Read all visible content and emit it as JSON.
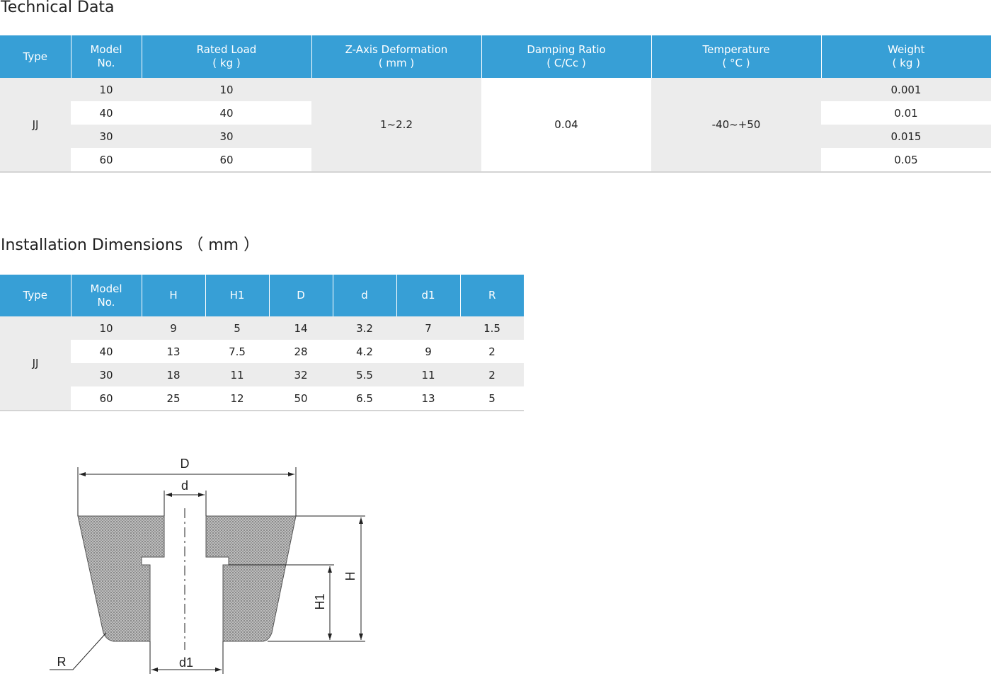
{
  "technical": {
    "title": "Technical Data",
    "headers": [
      [
        "Type"
      ],
      [
        "Model",
        "No."
      ],
      [
        "Rated Load",
        "( kg )"
      ],
      [
        "Z-Axis Deformation",
        "( mm )"
      ],
      [
        "Damping Ratio",
        "( C/Cc )"
      ],
      [
        "Temperature",
        "( °C )"
      ],
      [
        "Weight",
        "( kg )"
      ]
    ],
    "type": "JJ",
    "deformation": "1~2.2",
    "damping": "0.04",
    "temperature": "-40~+50",
    "rows": [
      {
        "model": "10",
        "load": "10",
        "weight": "0.001"
      },
      {
        "model": "40",
        "load": "40",
        "weight": "0.01"
      },
      {
        "model": "30",
        "load": "30",
        "weight": "0.015"
      },
      {
        "model": "60",
        "load": "60",
        "weight": "0.05"
      }
    ]
  },
  "installation": {
    "title": "Installation Dimensions （ mm ）",
    "headers": [
      [
        "Type"
      ],
      [
        "Model",
        "No."
      ],
      [
        "H"
      ],
      [
        "H1"
      ],
      [
        "D"
      ],
      [
        "d"
      ],
      [
        "d1"
      ],
      [
        "R"
      ]
    ],
    "type": "JJ",
    "rows": [
      [
        "10",
        "9",
        "5",
        "14",
        "3.2",
        "7",
        "1.5"
      ],
      [
        "40",
        "13",
        "7.5",
        "28",
        "4.2",
        "9",
        "2"
      ],
      [
        "30",
        "18",
        "11",
        "32",
        "5.5",
        "11",
        "2"
      ],
      [
        "60",
        "25",
        "12",
        "50",
        "6.5",
        "13",
        "5"
      ]
    ]
  },
  "diagram": {
    "labels": {
      "D": "D",
      "d": "d",
      "H": "H",
      "H1": "H1",
      "d1": "d1",
      "R": "R"
    }
  }
}
